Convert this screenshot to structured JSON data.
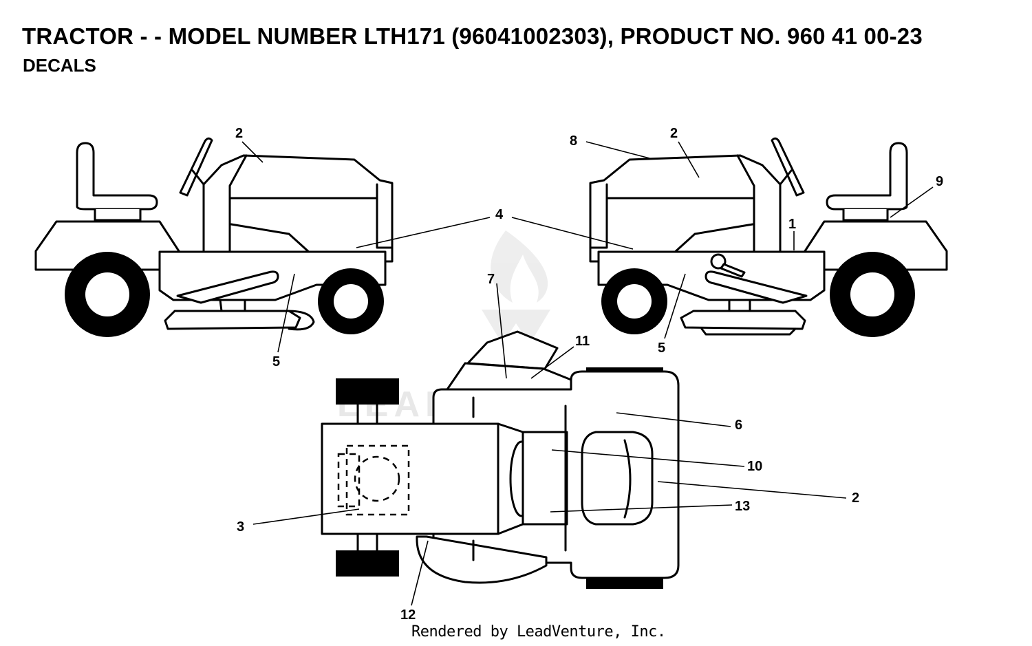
{
  "header": {
    "title": "TRACTOR - - MODEL NUMBER LTH171 (96041002303), PRODUCT NO. 960 41 00-23",
    "subtitle": "DECALS"
  },
  "watermark": {
    "text": "LEADVENTURE"
  },
  "footer": {
    "text": "Rendered by LeadVenture, Inc."
  },
  "callouts": {
    "left_view": {
      "c2": "2",
      "c4": "4",
      "c5": "5"
    },
    "right_view": {
      "c8": "8",
      "c2": "2",
      "c9": "9",
      "c1": "1",
      "c5": "5"
    },
    "top_view": {
      "c7": "7",
      "c11": "11",
      "c6": "6",
      "c10": "10",
      "c2": "2",
      "c13": "13",
      "c3": "3",
      "c12": "12"
    }
  }
}
